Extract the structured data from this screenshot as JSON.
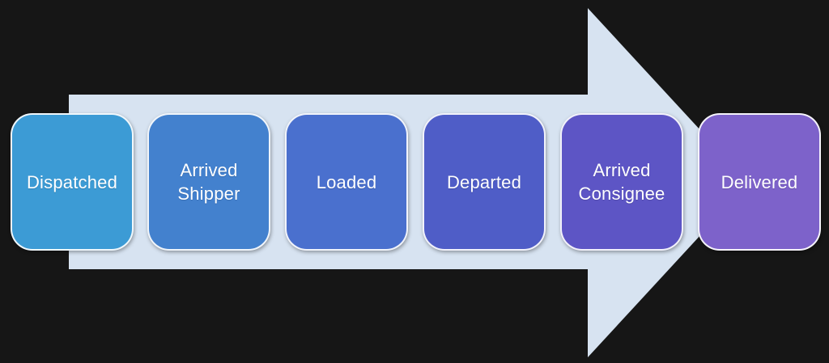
{
  "background_color": "#161616",
  "arrow": {
    "color": "#D7E3F1",
    "direction": "right"
  },
  "text_color": "#FFFFFF",
  "steps": [
    {
      "label": "Dispatched",
      "color": "#3C9BD5"
    },
    {
      "label": "Arrived Shipper",
      "color": "#4381CE"
    },
    {
      "label": "Loaded",
      "color": "#4A70CE"
    },
    {
      "label": "Departed",
      "color": "#4F5DC7"
    },
    {
      "label": "Arrived Consignee",
      "color": "#5D55C5"
    },
    {
      "label": "Delivered",
      "color": "#7D62CA"
    }
  ]
}
